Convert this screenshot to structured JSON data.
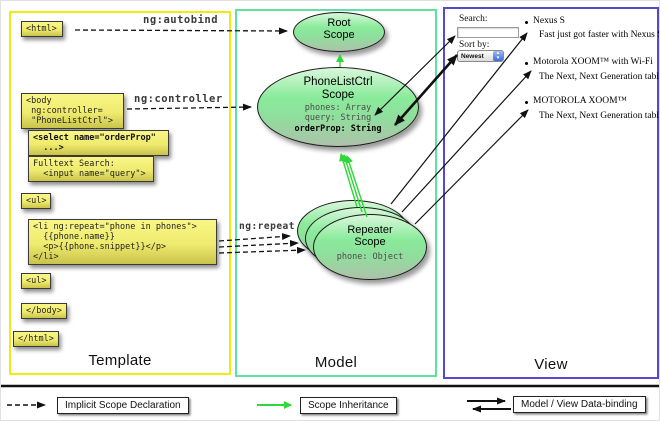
{
  "columns": {
    "template": {
      "label": "Template",
      "border_color": "#f3ea12"
    },
    "model": {
      "label": "Model",
      "border_color": "#5ce3a2"
    },
    "view": {
      "label": "View",
      "border_color": "#5747cb"
    }
  },
  "template_boxes": {
    "html_open": "<html>",
    "body_open": {
      "l1": "<body",
      "l2": " ng:controller=",
      "l3": " \"PhoneListCtrl\">"
    },
    "select": {
      "l1": "<select name=\"orderProp\"",
      "l2": "  ...>"
    },
    "fulltext": {
      "l1": "Fulltext Search:",
      "l2": "  <input name=\"query\">"
    },
    "ul_open": "<ul>",
    "li_repeat": {
      "l1": "<li ng:repeat=\"phone in phones\">",
      "l2": "  {{phone.name}}",
      "l3": "  <p>{{phone.snippet}}</p>",
      "l4": "</li>"
    },
    "ul_close": "<ul>",
    "body_close": "</body>",
    "html_close": "</html>"
  },
  "arrow_labels": {
    "autobind": "ng:autobind",
    "controller": "ng:controller",
    "repeat": "ng:repeat"
  },
  "scopes": {
    "root": {
      "title": "Root",
      "subtitle": "Scope"
    },
    "phone_list": {
      "title": "PhoneListCtrl",
      "subtitle": "Scope",
      "prop1": "phones: Array",
      "prop2": "query: String",
      "prop3": "orderProp: String"
    },
    "repeater": {
      "title": "Repeater",
      "subtitle": "Scope",
      "prop": "phone: Object"
    }
  },
  "view_panel": {
    "search_label": "Search:",
    "sort_label": "Sort by:",
    "sort_value": "Newest",
    "items": [
      {
        "title": "Nexus S",
        "desc": "Fast just got faster with Nexus S."
      },
      {
        "title": "Motorola XOOM™ with Wi-Fi",
        "desc": "The Next, Next Generation tablet."
      },
      {
        "title": "MOTOROLA XOOM™",
        "desc": "The Next, Next Generation tablet."
      }
    ]
  },
  "legend": {
    "implicit": "Implicit Scope Declaration",
    "inheritance": "Scope Inheritance",
    "binding": "Model / View Data-binding"
  },
  "colors": {
    "inheritance_green": "#2ed838",
    "arrow_black": "#111111",
    "codebox_yellow": "#efeb6e"
  }
}
